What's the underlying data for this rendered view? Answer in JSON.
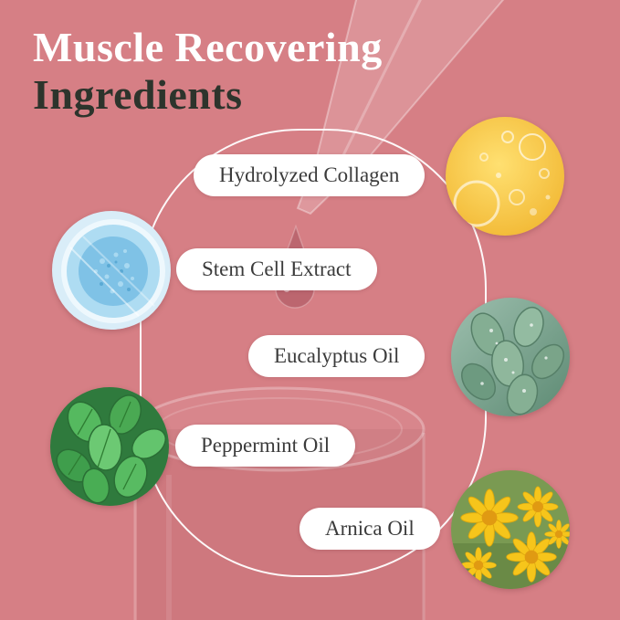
{
  "title": {
    "line1": "Muscle Recovering",
    "line2": "Ingredients"
  },
  "colors": {
    "background": "#d67f85",
    "title-line1": "#ffffff",
    "title-line2": "#2d342c",
    "pill-bg": "#ffffff",
    "pill-text": "#3b3b3b",
    "path-line": "#ffffff"
  },
  "ingredients": [
    {
      "label": "Hydrolyzed Collagen",
      "photo": "golden-collagen-bubbles",
      "side": "right"
    },
    {
      "label": "Stem Cell Extract",
      "photo": "blue-stem-cell-culture",
      "side": "left"
    },
    {
      "label": "Eucalyptus Oil",
      "photo": "eucalyptus-leaves-with-dew",
      "side": "right"
    },
    {
      "label": "Peppermint Oil",
      "photo": "peppermint-leaves",
      "side": "left"
    },
    {
      "label": "Arnica Oil",
      "photo": "yellow-arnica-flowers",
      "side": "right"
    }
  ]
}
